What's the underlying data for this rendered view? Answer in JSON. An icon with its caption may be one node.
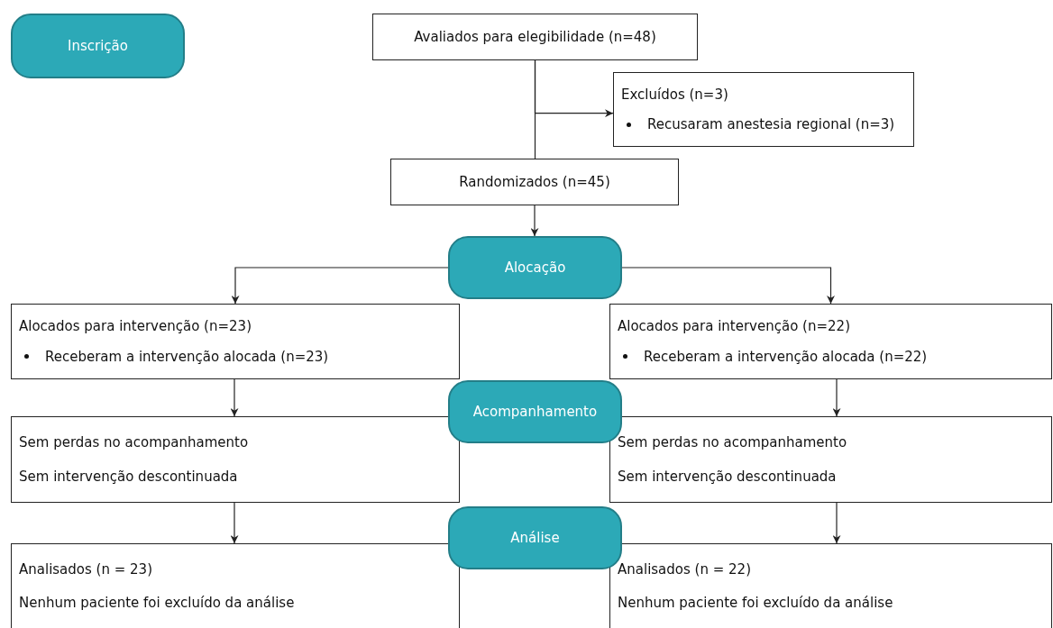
{
  "diagram": {
    "nodes": [
      {
        "text": [
          "Inscrição"
        ]
      },
      {
        "text": [
          "Avaliados para elegibilidade (n=48)"
        ]
      },
      {
        "text": [
          "Excluídos (n=3)",
          "Recusaram anestesia regional (n=3)"
        ]
      },
      {
        "text": [
          "Randomizados (n=45)"
        ]
      },
      {
        "text": [
          "Alocação"
        ]
      },
      {
        "text": [
          "Alocados para intervenção (n=23)",
          "Receberam a intervenção alocada (n=23)"
        ]
      },
      {
        "text": [
          "Alocados para intervenção (n=22)",
          "Receberam a intervenção alocada (n=22)"
        ]
      },
      {
        "text": [
          "Acompanhamento"
        ]
      },
      {
        "text": [
          "Sem perdas no acompanhamento",
          "Sem intervenção descontinuada"
        ]
      },
      {
        "text": [
          "Sem perdas no acompanhamento",
          "Sem intervenção descontinuada"
        ]
      },
      {
        "text": [
          "Análise"
        ]
      },
      {
        "text": [
          "Analisados (n = 23)",
          "Nenhum paciente foi excluído da análise"
        ]
      },
      {
        "text": [
          "Analisados (n = 22)",
          "Nenhum paciente foi excluído da análise"
        ]
      }
    ],
    "edges": [
      {
        "from": 1,
        "to": 3,
        "arrow": "none"
      },
      {
        "from": 1,
        "to": 2,
        "arrow": "to"
      },
      {
        "from": 3,
        "to": 4,
        "arrow": "to"
      },
      {
        "from": 4,
        "to": 5,
        "arrow": "to"
      },
      {
        "from": 4,
        "to": 6,
        "arrow": "to"
      },
      {
        "from": 5,
        "to": 8,
        "arrow": "to"
      },
      {
        "from": 6,
        "to": 9,
        "arrow": "to"
      },
      {
        "from": 8,
        "to": 11,
        "arrow": "to"
      },
      {
        "from": 9,
        "to": 12,
        "arrow": "to"
      }
    ]
  }
}
